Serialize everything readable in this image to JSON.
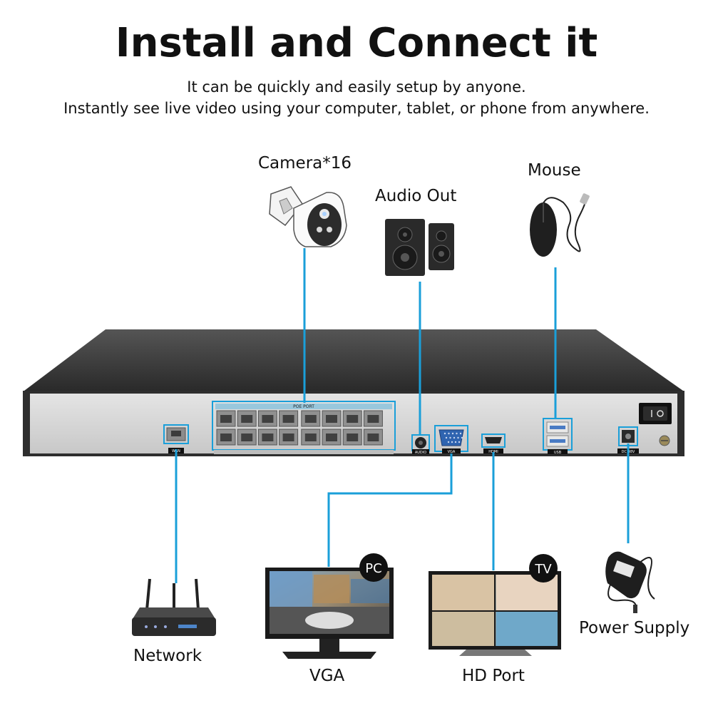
{
  "heading": {
    "title": "Install and Connect it",
    "line1": "It can be quickly and easily setup by anyone.",
    "line2": "Instantly see live video using your computer, tablet, or phone from anywhere."
  },
  "devices": {
    "camera": "Camera*16",
    "audio": "Audio Out",
    "mouse": "Mouse",
    "network": "Network",
    "vga": "VGA",
    "hd": "HD Port",
    "power": "Power Supply"
  },
  "ports": {
    "poe": "POE PORT",
    "wan": "WAN",
    "audio": "AUDIO",
    "vga": "VGA",
    "hdmi": "HDMI",
    "usb": "USB",
    "dc": "DC 48V"
  },
  "badges": {
    "pc": "PC",
    "tv": "TV"
  },
  "colors": {
    "connector": "#1a9fd9",
    "chassis": "#3a3a3a",
    "panel": "#d6d6d6"
  }
}
